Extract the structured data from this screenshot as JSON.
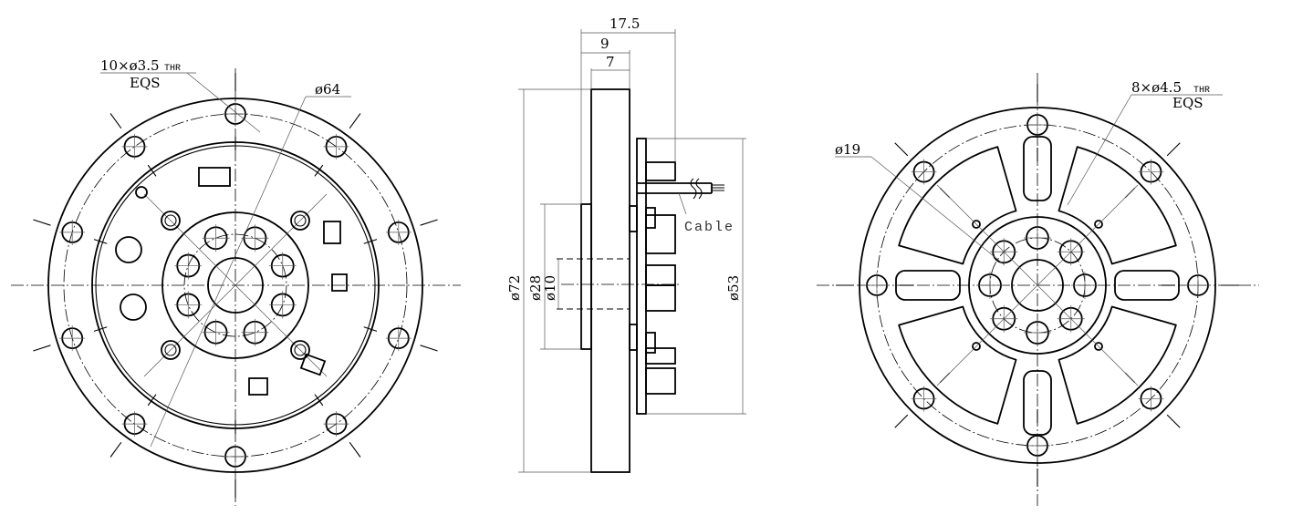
{
  "front_view": {
    "hole_callout": "10×ø3.5",
    "hole_callout_suffix": "THR",
    "hole_callout_note": "EQS",
    "bolt_circle_dim": "ø64",
    "outer_hole_count": 10
  },
  "side_view": {
    "dim_total": "17.5",
    "dim_9": "9",
    "dim_7": "7",
    "dim_72": "ø72",
    "dim_28": "ø28",
    "dim_10": "ø10",
    "dim_53": "ø53",
    "cable_label": "Cable"
  },
  "back_view": {
    "hole_callout": "8×ø4.5",
    "hole_callout_suffix": "THR",
    "hole_callout_note": "EQS",
    "dim_19": "ø19",
    "outer_hole_count": 8
  }
}
